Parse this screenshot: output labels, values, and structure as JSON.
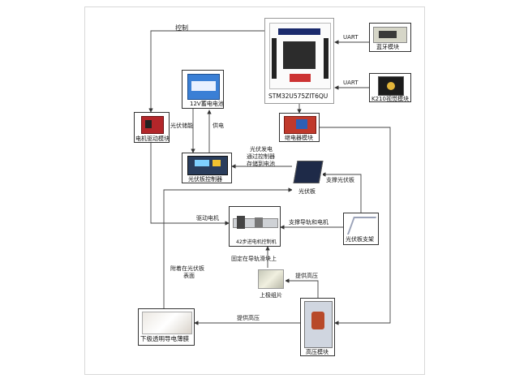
{
  "nodes": {
    "stm32": "STM32U575ZIT6QU",
    "bluetooth": "蓝牙模块",
    "k210": "K210视觉模块",
    "relay": "继电器模块",
    "motor_driver": "电机驱动模块",
    "battery": "12V蓄电电池",
    "pv_controller": "光伏板控制器",
    "pv_panel": "光伏板",
    "stepper": "42步进电机控制机",
    "pv_stand": "光伏板支架",
    "upper_plate": "上极组片",
    "hv_module": "高压模块",
    "lower_film": "下极透明导电薄膜"
  },
  "edges": {
    "control": "控制",
    "uart1": "UART",
    "uart2": "UART",
    "pv_storage": "光伏储能",
    "power_supply": "供电",
    "pv_store_l1": "光伏发电",
    "pv_store_l2": "通过控制器",
    "pv_store_l3": "存储到电池",
    "support_panel": "支撑光伏板",
    "drive_motor": "驱动电机",
    "support_rail": "支撑导轨和电机",
    "fixed_on_rail": "固定在导轨滑块上",
    "supply_hv1": "提供高压",
    "attach_l1": "附着在光伏板",
    "attach_l2": "表面",
    "supply_hv2": "提供高压"
  }
}
